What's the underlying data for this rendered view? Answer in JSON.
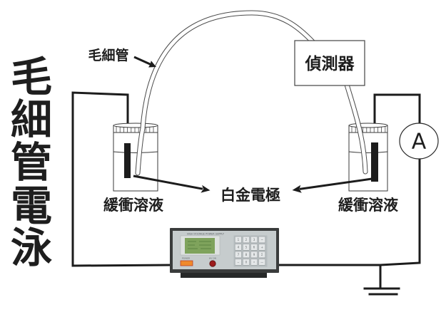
{
  "title_chars": [
    "毛",
    "細",
    "管",
    "電",
    "泳"
  ],
  "labels": {
    "capillary": "毛細管",
    "detector": "偵測器",
    "electrode": "白金電極",
    "buffer_left": "緩衝溶液",
    "buffer_right": "緩衝溶液",
    "ammeter": "A"
  },
  "power_supply": {
    "panel_title": "HIGH VOLTAGE POWER SUPPLY",
    "power_label": "POWER",
    "hv_label": "HV ON",
    "keys": [
      "1",
      "2",
      "3",
      "~",
      "4",
      "5",
      "6",
      "+",
      "7",
      "8",
      "9",
      "Σ",
      "−",
      "0",
      "•",
      "—"
    ]
  },
  "colors": {
    "line": "#1c1c1c",
    "device_body": "#3a3c3c",
    "device_base": "#262828",
    "panel": "#c6cccd",
    "screen_bezel": "#dde1df",
    "lcd": "#7fa35c",
    "keypad_bg": "#b5bcbe",
    "key": "#e4e7e8",
    "power_button": "#f08a2c",
    "hv_knob": "#9c1c1c"
  }
}
